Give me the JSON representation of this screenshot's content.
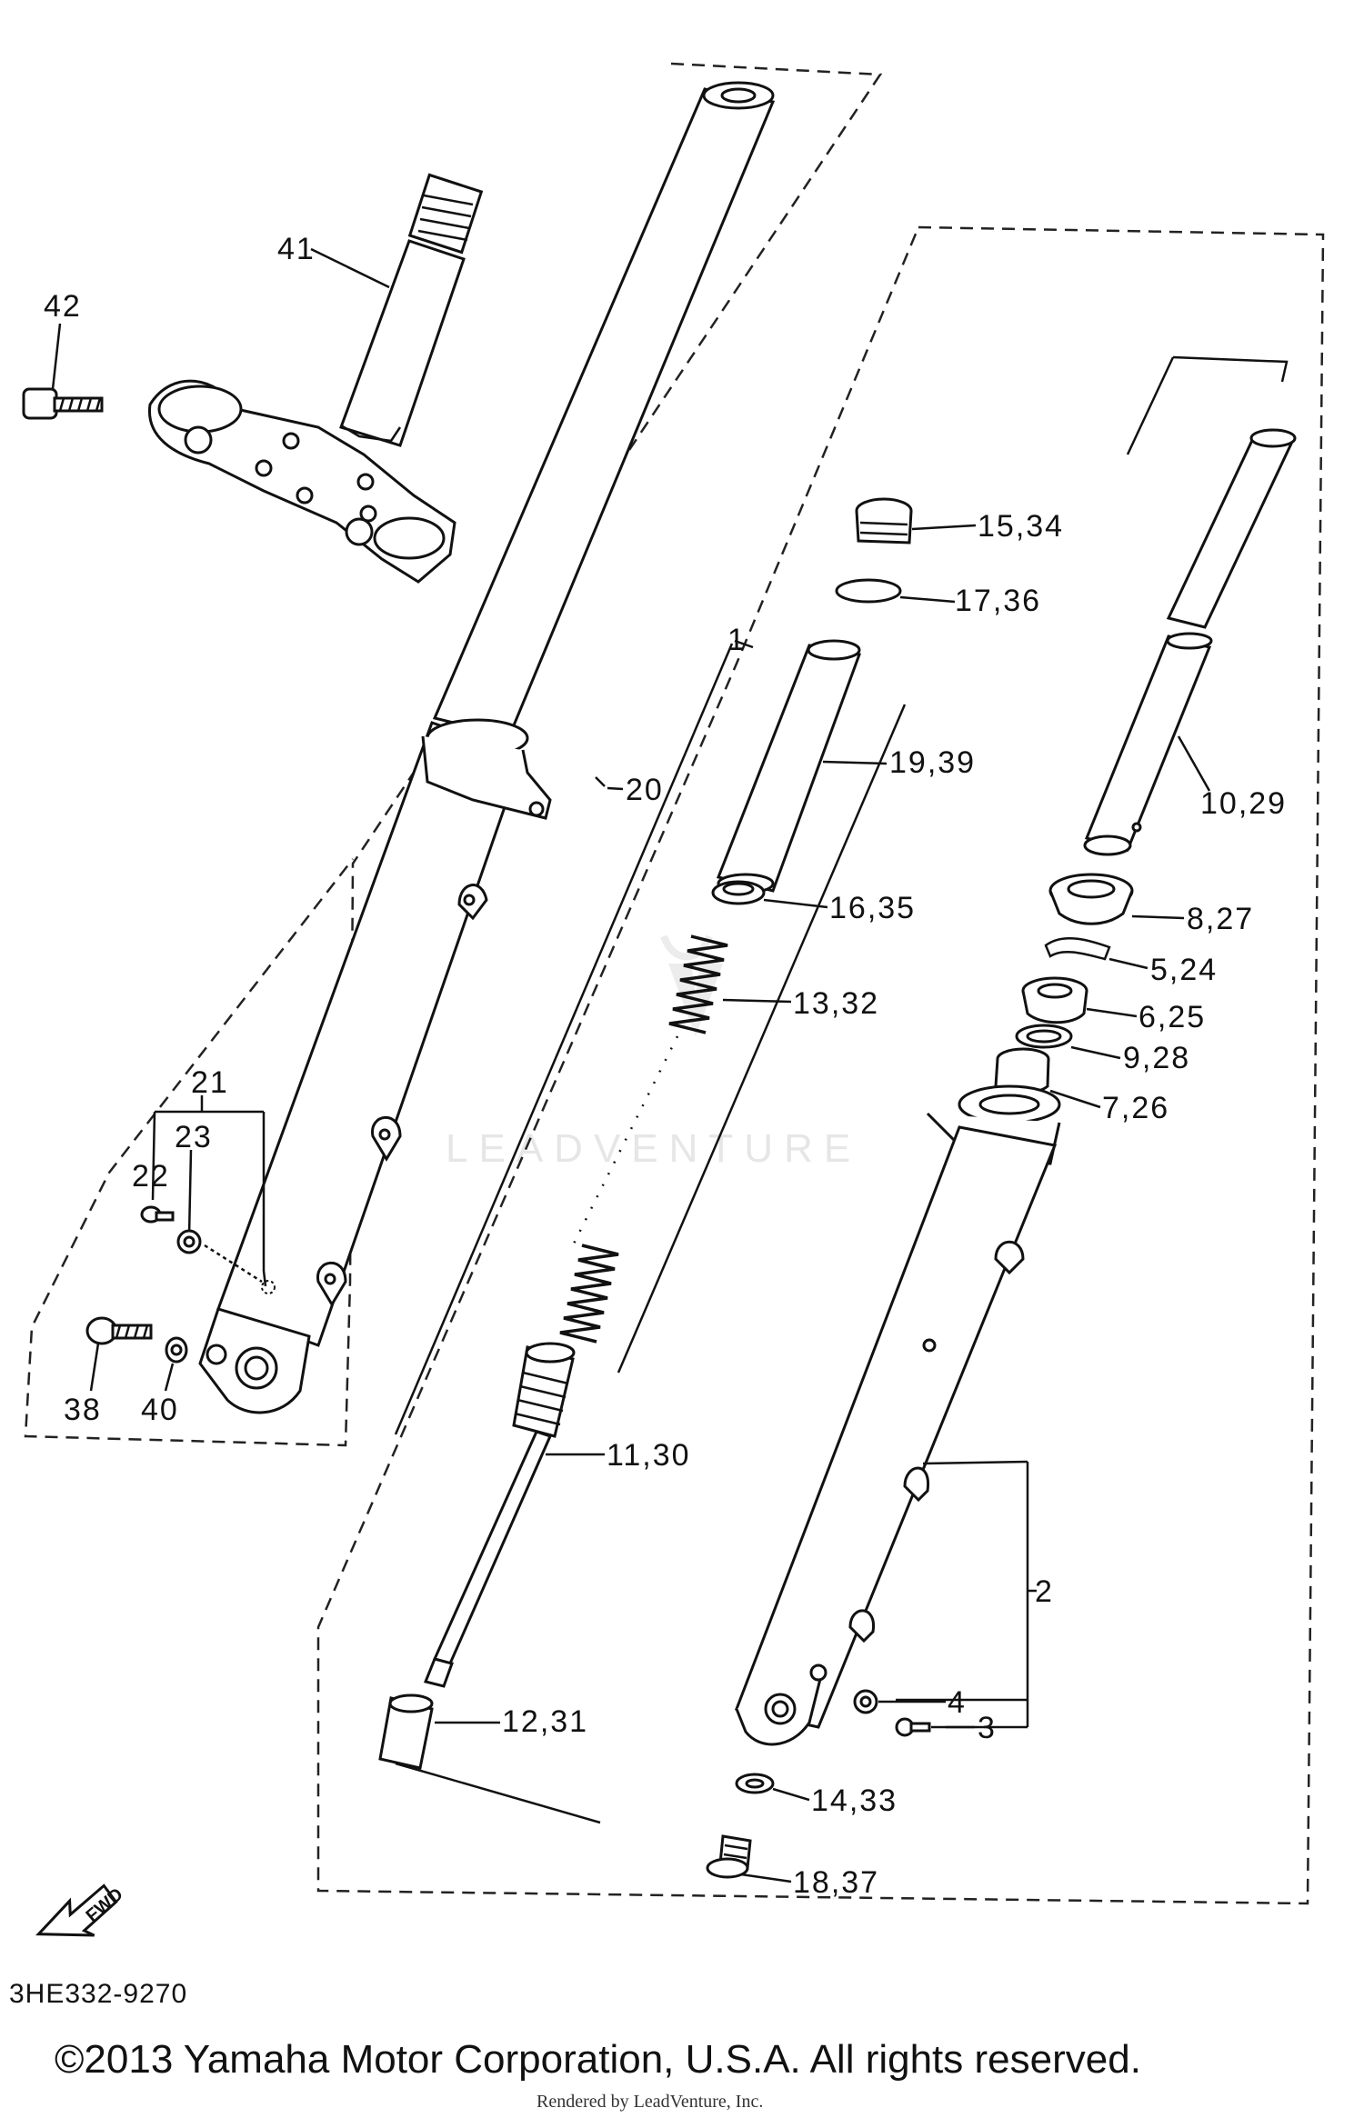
{
  "diagram": {
    "callouts": {
      "c41": "41",
      "c42": "42",
      "c20": "20",
      "c1": "1",
      "c15_34": "15,34",
      "c17_36": "17,36",
      "c19_39": "19,39",
      "c16_35": "16,35",
      "c13_32": "13,32",
      "c11_30": "11,30",
      "c12_31": "12,31",
      "c10_29": "10,29",
      "c8_27": "8,27",
      "c5_24": "5,24",
      "c6_25": "6,25",
      "c9_28": "9,28",
      "c7_26": "7,26",
      "c2": "2",
      "c4": "4",
      "c3": "3",
      "c14_33": "14,33",
      "c18_37": "18,37",
      "c21": "21",
      "c23": "23",
      "c22": "22",
      "c38": "38",
      "c40": "40"
    },
    "fwd_arrow": "FWD",
    "diagram_code": "3HE332-9270",
    "watermark": "LEADVENTURE",
    "rendered_by": "Rendered by LeadVenture, Inc.",
    "copyright": "©2013 Yamaha Motor Corporation, U.S.A. All rights reserved."
  }
}
